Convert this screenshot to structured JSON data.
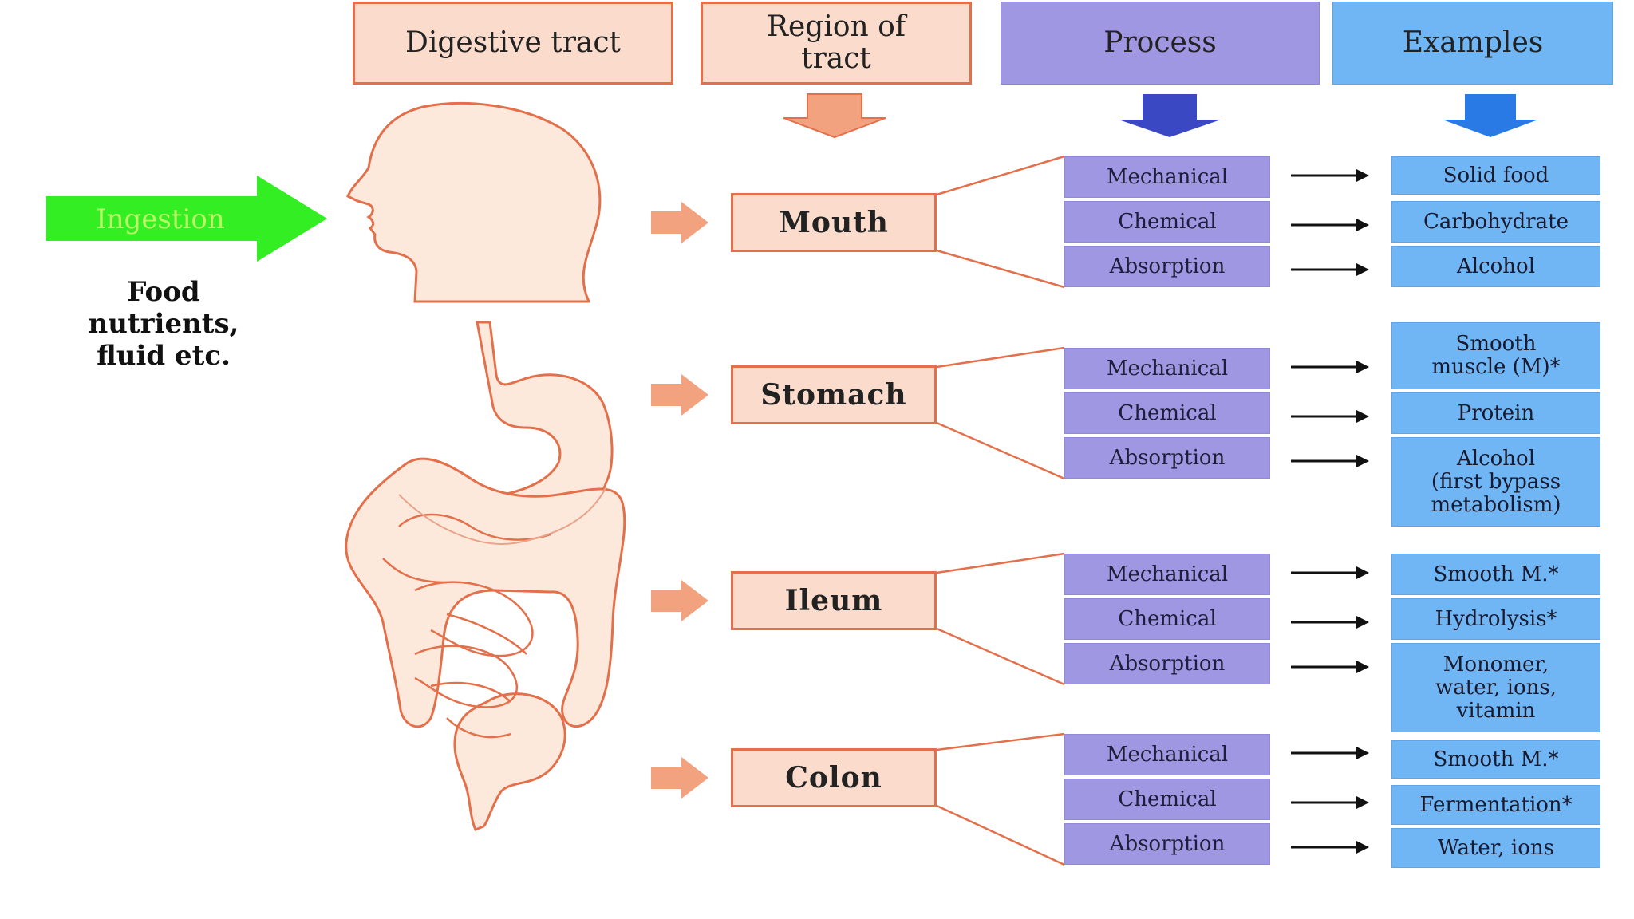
{
  "headers": {
    "digestive_tract": "Digestive tract",
    "region": "Region of\ntract",
    "process": "Process",
    "examples": "Examples"
  },
  "ingestion": {
    "label": "Ingestion",
    "food_text": "Food\nnutrients,\nfluid etc."
  },
  "regions": [
    {
      "name": "Mouth",
      "processes": [
        "Mechanical",
        "Chemical",
        "Absorption"
      ],
      "examples": [
        "Solid food",
        "Carbohydrate",
        "Alcohol"
      ]
    },
    {
      "name": "Stomach",
      "processes": [
        "Mechanical",
        "Chemical",
        "Absorption"
      ],
      "examples": [
        "Smooth\nmuscle (M)*",
        "Protein",
        "Alcohol\n(first bypass\nmetabolism)"
      ]
    },
    {
      "name": "Ileum",
      "processes": [
        "Mechanical",
        "Chemical",
        "Absorption"
      ],
      "examples": [
        "Smooth M.*",
        "Hydrolysis*",
        "Monomer,\nwater, ions,\nvitamin"
      ]
    },
    {
      "name": "Colon",
      "processes": [
        "Mechanical",
        "Chemical",
        "Absorption"
      ],
      "examples": [
        "Smooth M.*",
        "Fermentation*",
        "Water, ions"
      ]
    }
  ],
  "colors": {
    "salmon_fill": "#fbdccc",
    "salmon_border": "#e3704a",
    "process_fill": "#9f97e2",
    "examples_fill": "#70b5f4",
    "ingestion_green": "#33ee22",
    "down_arrow_process": "#3a48c4",
    "down_arrow_examples": "#2a7ae6",
    "region_arrow": "#f2a27e"
  }
}
